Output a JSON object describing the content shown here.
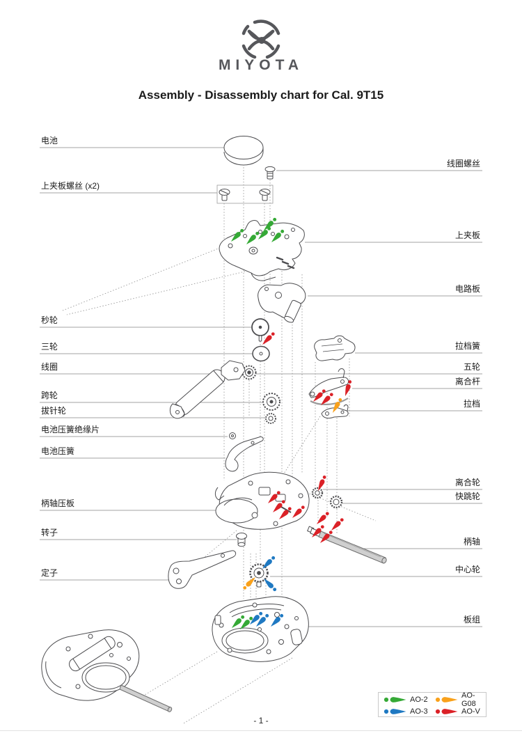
{
  "logo": {
    "brand": "MIYOTA"
  },
  "title": "Assembly - Disassembly chart for Cal. 9T15",
  "page_number": "- 1 -",
  "part_labels": {
    "left": [
      {
        "text": "电池"
      },
      {
        "text": "上夹板螺丝 (x2)"
      },
      {
        "text": "秒轮"
      },
      {
        "text": "三轮"
      },
      {
        "text": "线圈"
      },
      {
        "text": "跨轮"
      },
      {
        "text": "拔针轮"
      },
      {
        "text": "电池压簧绝缘片"
      },
      {
        "text": "电池压簧"
      },
      {
        "text": "柄轴压板"
      },
      {
        "text": "转子"
      },
      {
        "text": "定子"
      }
    ],
    "right": [
      {
        "text": "线圈螺丝"
      },
      {
        "text": "上夹板"
      },
      {
        "text": "电路板"
      },
      {
        "text": "拉档簧"
      },
      {
        "text": "五轮"
      },
      {
        "text": "离合杆"
      },
      {
        "text": "拉档"
      },
      {
        "text": "离合轮"
      },
      {
        "text": "快跳轮"
      },
      {
        "text": "柄轴"
      },
      {
        "text": "中心轮"
      },
      {
        "text": "板组"
      }
    ]
  },
  "legend": {
    "items": [
      {
        "label": "AO-2",
        "color": "#35A936"
      },
      {
        "label": "AO-G08",
        "color": "#F9A11B"
      },
      {
        "label": "AO-3",
        "color": "#1F79C2"
      },
      {
        "label": "AO-V",
        "color": "#DB2127"
      }
    ]
  }
}
